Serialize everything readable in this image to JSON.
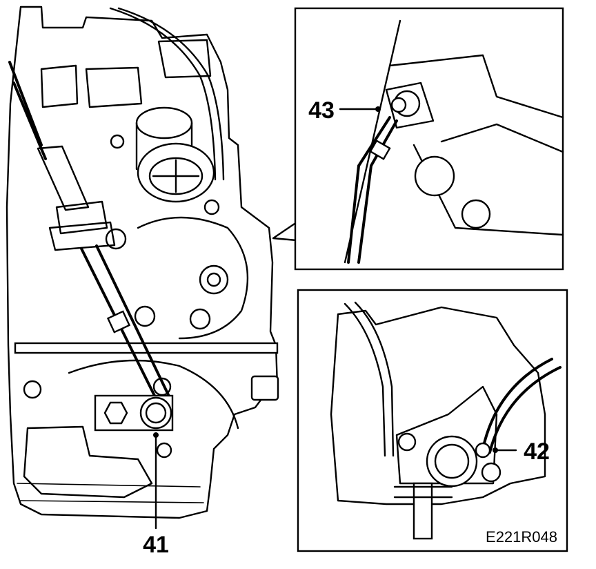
{
  "callouts": {
    "c41": "41",
    "c42": "42",
    "c43": "43"
  },
  "reference_code": "E221R048",
  "colors": {
    "ink": "#000000",
    "paper": "#ffffff"
  }
}
